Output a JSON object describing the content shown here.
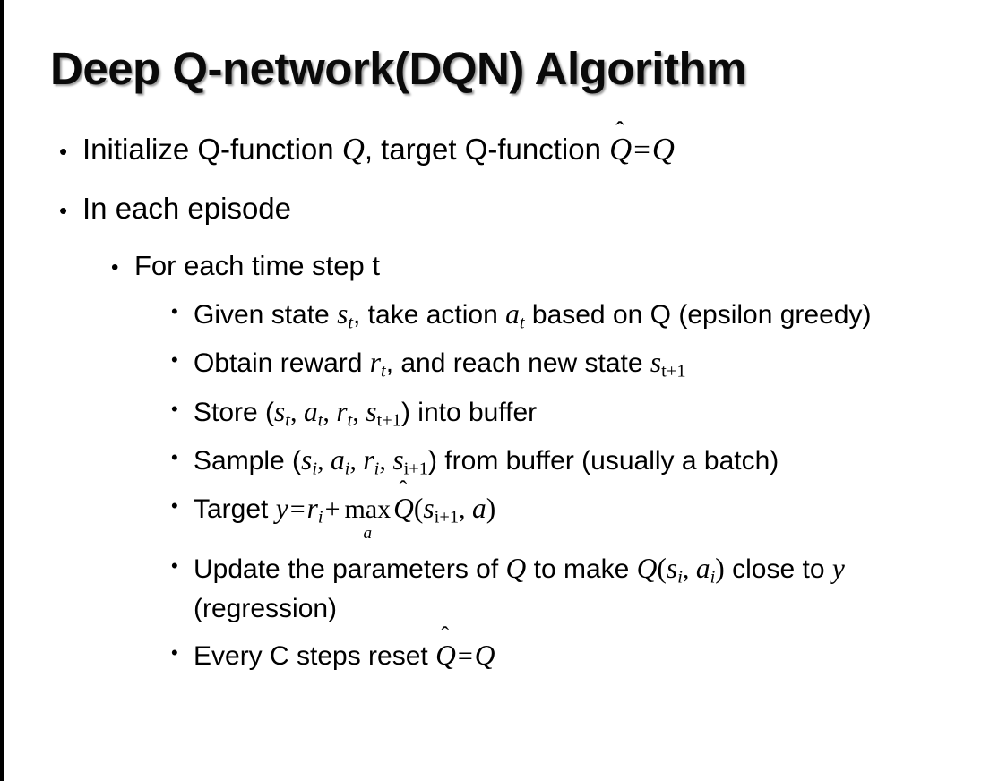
{
  "slide": {
    "title": "Deep Q-network(DQN) Algorithm",
    "background_color": "#ffffff",
    "text_color": "#000000",
    "left_edge_bar_color": "#000000"
  },
  "bullets": {
    "b1": {
      "marker": "•",
      "level": 1,
      "text_before_q": "Initialize Q-function ",
      "q1": "Q",
      "mid": ", target Q-function ",
      "qhat_char": "Q",
      "hat": "ˆ",
      "equals": "=",
      "q2": "Q"
    },
    "b2": {
      "marker": "•",
      "level": 1,
      "text": "In each episode"
    },
    "b3": {
      "marker": "•",
      "level": 2,
      "text": "For each time step t"
    },
    "b4": {
      "marker": "•",
      "level": 3,
      "p1": "Given state ",
      "s": "s",
      "s_sub": "t",
      "p2": ", take action ",
      "a": "a",
      "a_sub": "t",
      "p3": " based on Q (epsilon greedy)"
    },
    "b5": {
      "marker": "•",
      "level": 3,
      "p1": "Obtain reward ",
      "r": "r",
      "r_sub": "t",
      "p2": ", and reach new state ",
      "s": "s",
      "s_sub": "t+1"
    },
    "b6": {
      "marker": "•",
      "level": 3,
      "p1": "Store (",
      "s1": "s",
      "s1_sub": "t",
      "c1": ", ",
      "a1": "a",
      "a1_sub": "t",
      "c2": ", ",
      "r1": "r",
      "r1_sub": "t",
      "c3": ", ",
      "s2": "s",
      "s2_sub": "t+1",
      "p2": ") into buffer"
    },
    "b7": {
      "marker": "•",
      "level": 3,
      "p1": "Sample (",
      "s1": "s",
      "s1_sub": "i",
      "c1": ", ",
      "a1": "a",
      "a1_sub": "i",
      "c2": ", ",
      "r1": "r",
      "r1_sub": "i",
      "c3": ", ",
      "s2": "s",
      "s2_sub": "i+1",
      "p2": ") from buffer (usually a batch)"
    },
    "b8": {
      "marker": "•",
      "level": 3,
      "p1": "Target ",
      "y": "y",
      "eq": "=",
      "r": "r",
      "r_sub": "i",
      "plus": "+",
      "max_op": "max",
      "max_lim": "a",
      "qhat_char": "Q",
      "hat": "ˆ",
      "open": "(",
      "s": "s",
      "s_sub": "i+1",
      "comma": ", ",
      "a": "a",
      "close": ")"
    },
    "b9": {
      "marker": "•",
      "level": 3,
      "p1": "Update the parameters of ",
      "q1": "Q",
      "p2": " to make ",
      "q2": "Q",
      "open": "(",
      "s": "s",
      "s_sub": "i",
      "comma": ", ",
      "a": "a",
      "a_sub": "i",
      "close": ")",
      "p3": " close to ",
      "y": "y",
      "p4": " (regression)"
    },
    "b10": {
      "marker": "•",
      "level": 3,
      "p1": "Every C steps reset ",
      "qhat_char": "Q",
      "hat": "ˆ",
      "equals": "=",
      "q2": "Q"
    }
  }
}
